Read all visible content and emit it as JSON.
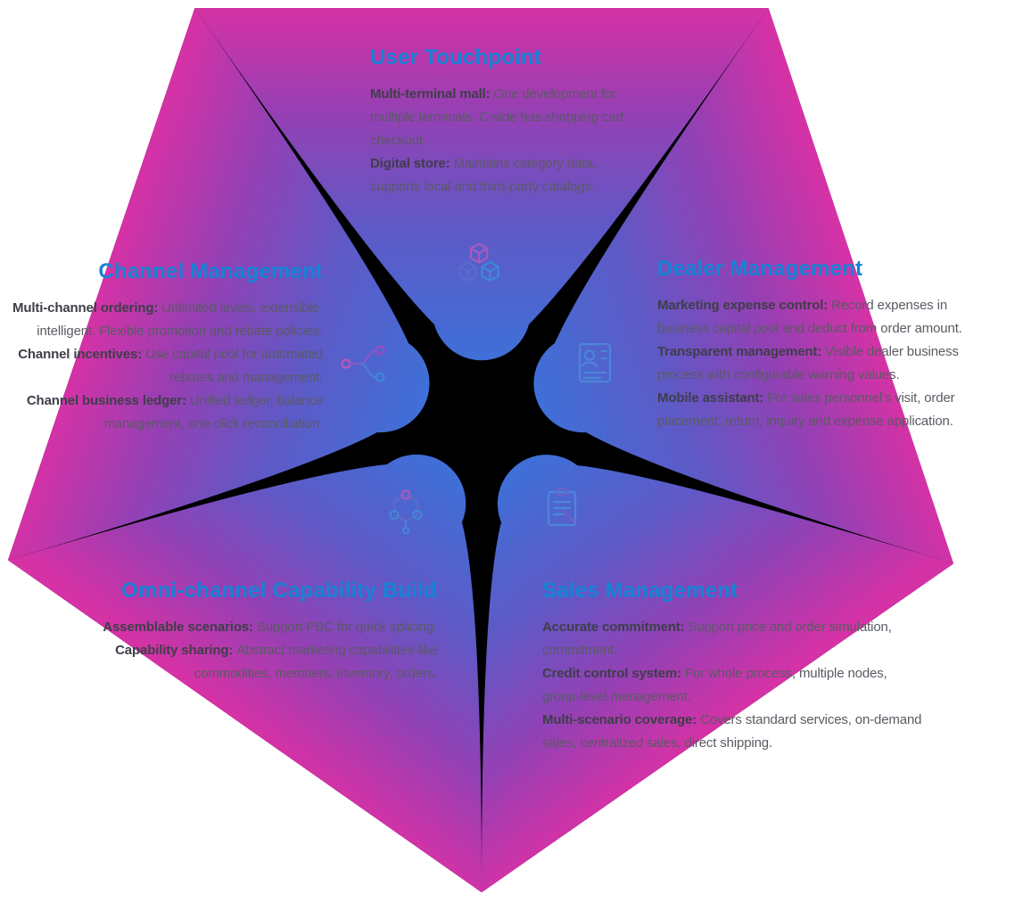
{
  "colors": {
    "background": "#ffffff",
    "cut_black": "#000000",
    "title_blue": "#1583d6",
    "label_dark": "#3e3e49",
    "body_gray": "#5a5a64",
    "petal_tip_blue": "#3e70d8",
    "petal_mid_violet": "#5f59c6",
    "petal_mid_purple": "#9440b4",
    "petal_edge_magenta": "#d532a6"
  },
  "icons": {
    "user_touchpoint": "cubes-icon",
    "channel_management": "fork-branch-icon",
    "dealer_management": "dealer-document-icon",
    "omni_channel_capability": "molecule-icon",
    "sales_management": "clipboard-checklist-icon"
  },
  "sections": {
    "user_touchpoint": {
      "title": "User Touchpoint",
      "items": [
        {
          "label": "Multi-terminal mall:",
          "text": "One development for multiple terminals. C-side has shopping cart checkout."
        },
        {
          "label": "Digital store:",
          "text": "Maintains category data, supports local and third-party catalogs."
        }
      ]
    },
    "channel_management": {
      "title": "Channel Management",
      "items": [
        {
          "label": "Multi-channel ordering:",
          "text": "Unlimited levels, extensible, intelligent. Flexible promotion and rebate policies."
        },
        {
          "label": "Channel incentives:",
          "text": "Use capital pool for automated rebates and management."
        },
        {
          "label": "Channel business ledger:",
          "text": "Unified ledger, balance management, one-click reconciliation."
        }
      ]
    },
    "dealer_management": {
      "title": "Dealer Management",
      "items": [
        {
          "label": "Marketing expense control:",
          "text": "Record expenses in business capital pool and deduct from order amount."
        },
        {
          "label": "Transparent management:",
          "text": "Visible dealer business process with configurable warning values."
        },
        {
          "label": "Mobile assistant:",
          "text": "For sales personnel's visit, order placement, return, inquiry and expense application."
        }
      ]
    },
    "omni_channel_capability": {
      "title": "Omni-channel Capability Build",
      "items": [
        {
          "label": "Assemblable scenarios:",
          "text": "Support PBC for quick splicing."
        },
        {
          "label": "Capability sharing:",
          "text": "Abstract marketing capabilities like commodities, members, inventory, orders."
        }
      ]
    },
    "sales_management": {
      "title": "Sales Management",
      "items": [
        {
          "label": "Accurate commitment:",
          "text": "Support price and order simulation, commitment."
        },
        {
          "label": "Credit control system:",
          "text": "For whole process, multiple nodes, group-level management."
        },
        {
          "label": "Multi-scenario coverage:",
          "text": "Covers standard services, on-demand sales, centralized sales, direct shipping."
        }
      ]
    }
  }
}
